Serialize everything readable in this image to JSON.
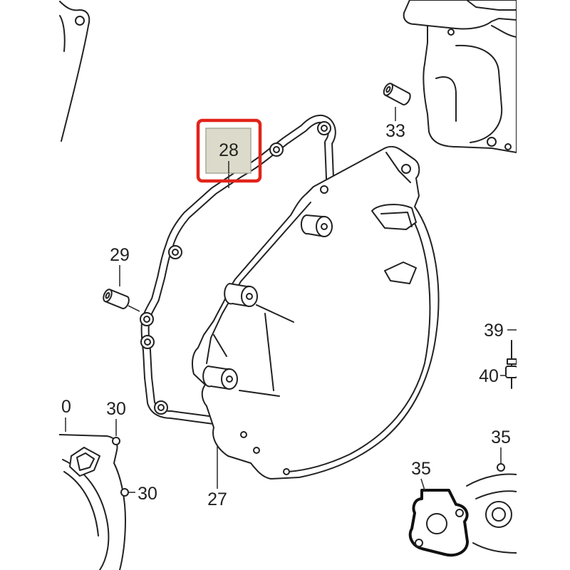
{
  "diagram": {
    "callouts": {
      "gasket": "28",
      "dowel_pin_top": "33",
      "dowel_pin_left": "29",
      "cover": "27",
      "part_39": "39",
      "part_40": "40",
      "cut_off_left": "0",
      "bolt_left_top": "30",
      "bolt_left_side": "30",
      "bolt_right_top": "35",
      "bolt_right_left": "35"
    },
    "highlight": {
      "border_color": "#e2231a",
      "box_fill": "#dcdbcb"
    },
    "line_color": "#222222"
  }
}
